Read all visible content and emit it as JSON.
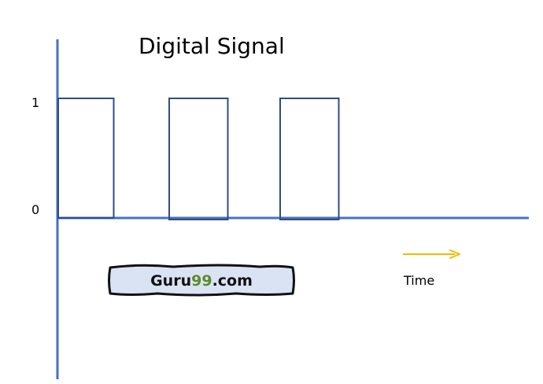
{
  "diagram": {
    "title": "Digital Signal",
    "y_labels": {
      "high": "1",
      "low": "0"
    },
    "time_label": "Time",
    "pulses": [
      {
        "start": 0,
        "end": 1,
        "level": 1
      },
      {
        "start": 2,
        "end": 3,
        "level": 1
      },
      {
        "start": 4,
        "end": 5,
        "level": 1
      }
    ]
  },
  "logo": {
    "text_prefix": "Guru",
    "text_highlight": "99",
    "text_suffix": ".com"
  },
  "colors": {
    "axis": "#4472c4",
    "signal": "#2f4f7f",
    "arrow": "#f5b800",
    "logo_fill": "#dae3f3",
    "logo_highlight": "#5a8c2a"
  }
}
